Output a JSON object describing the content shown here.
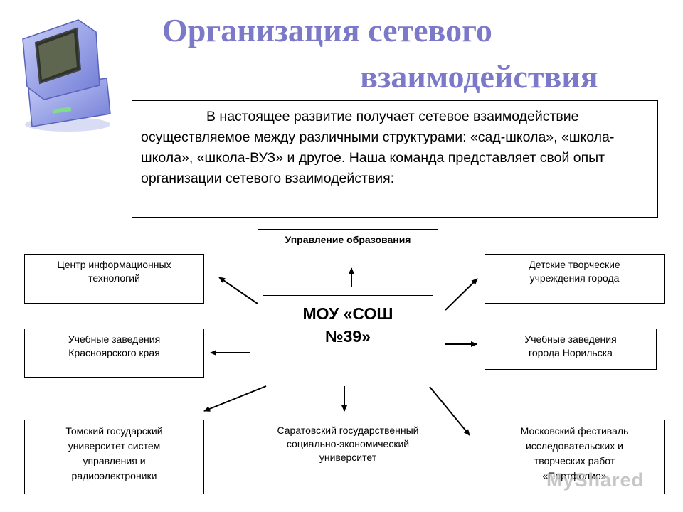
{
  "slide": {
    "title_line_1": "Организация сетевого",
    "title_line_2": "взаимодействия",
    "intro_text": "В настоящее развитие получает сетевое взаимодействие осуществляемое между различными структурами: «сад-школа», «школа-школа», «школа-ВУЗ» и другое. Наша команда представляет свой опыт организации сетевого взаимодействия:"
  },
  "diagram": {
    "center": "МОУ «СОШ\n№39»",
    "top": "Управление образования",
    "left_top": "Центр информационных\nтехнологий",
    "left_middle": "Учебные заведения\nКрасноярского края",
    "left_bottom": "Томский государский\nуниверситет систем\nуправления и\nрадиоэлектроники",
    "bottom_center": "Саратовский государственный\nсоциально-экономический\nуниверситет",
    "right_top": "Детские творческие\nучреждения города",
    "right_middle": "Учебные заведения\nгорода Норильска",
    "right_bottom": "Московский фестиваль\nисследовательских и\nтворческих работ\n«Портфолио»"
  },
  "watermark": "MyShared",
  "colors": {
    "title": "#7c79c9",
    "border": "#000000",
    "monitor": "#8e98e6"
  },
  "icons": [
    "computer-monitor-icon",
    "arrow-icon"
  ]
}
